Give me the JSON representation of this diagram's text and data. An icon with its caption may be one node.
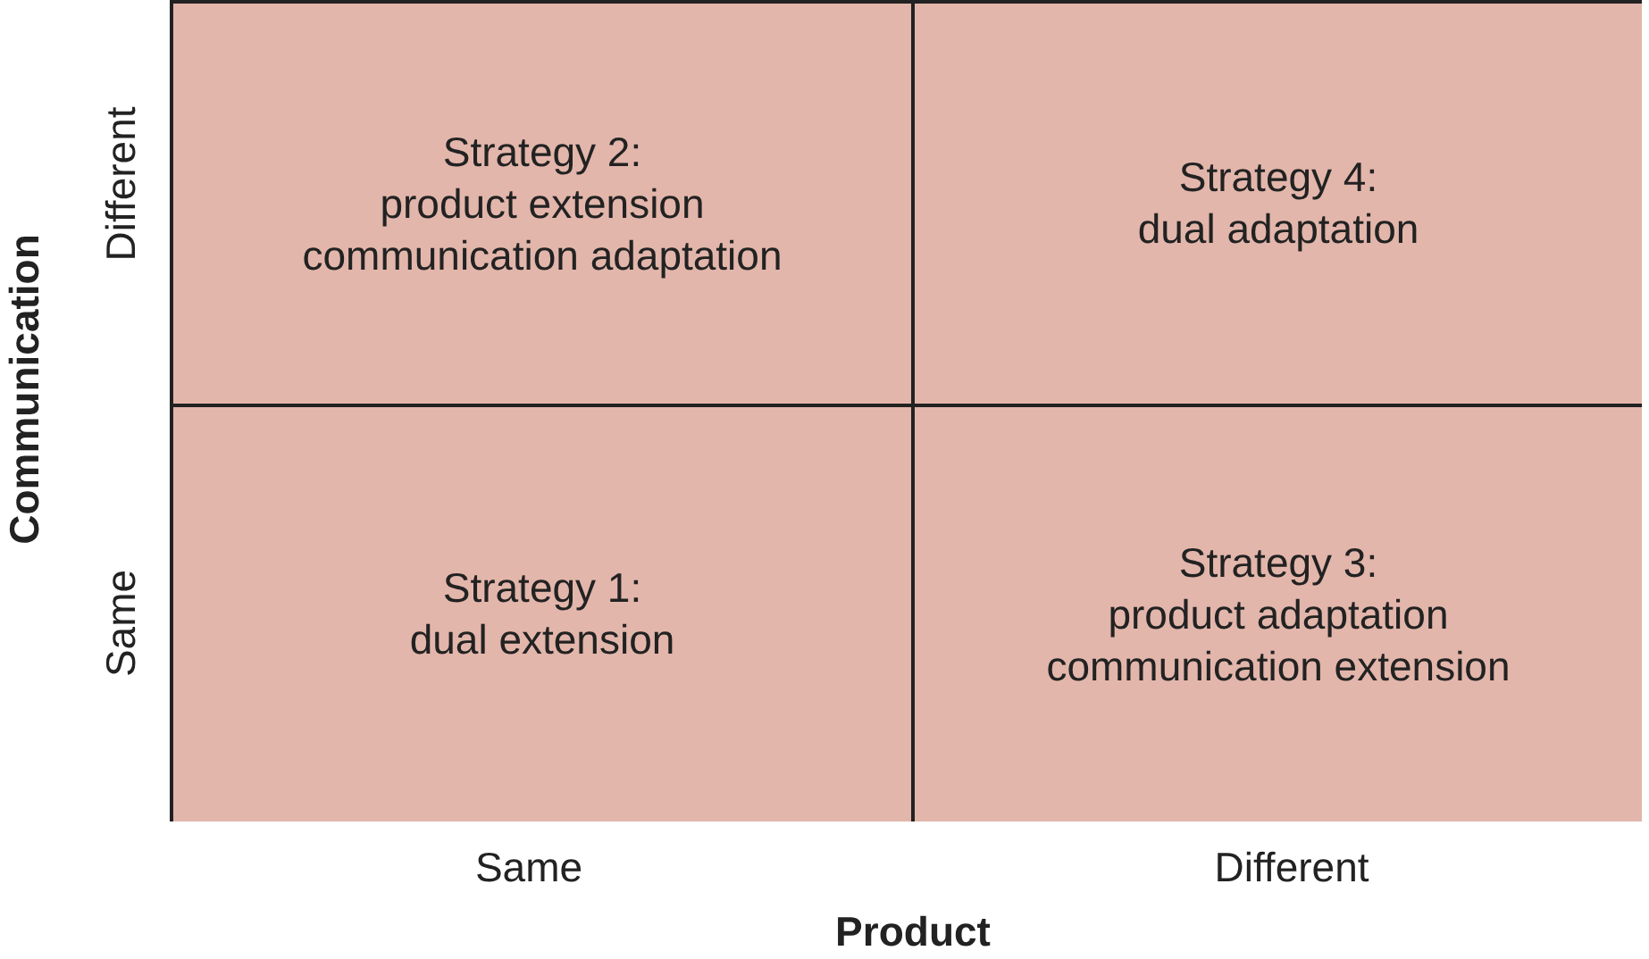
{
  "diagram": {
    "nodes": [
      {
        "text": [
          "Strategy 2:",
          "product extension communication adaptation"
        ]
      },
      {
        "text": [
          "Strategy 4:",
          "dual adaptation"
        ]
      },
      {
        "text": [
          "Strategy 1:",
          "dual extension"
        ]
      },
      {
        "text": [
          "Strategy 3:",
          "product adaptation communication extension"
        ]
      }
    ],
    "labels": [
      "Communication",
      "Different",
      "Same",
      "Same",
      "Different",
      "Product"
    ]
  }
}
